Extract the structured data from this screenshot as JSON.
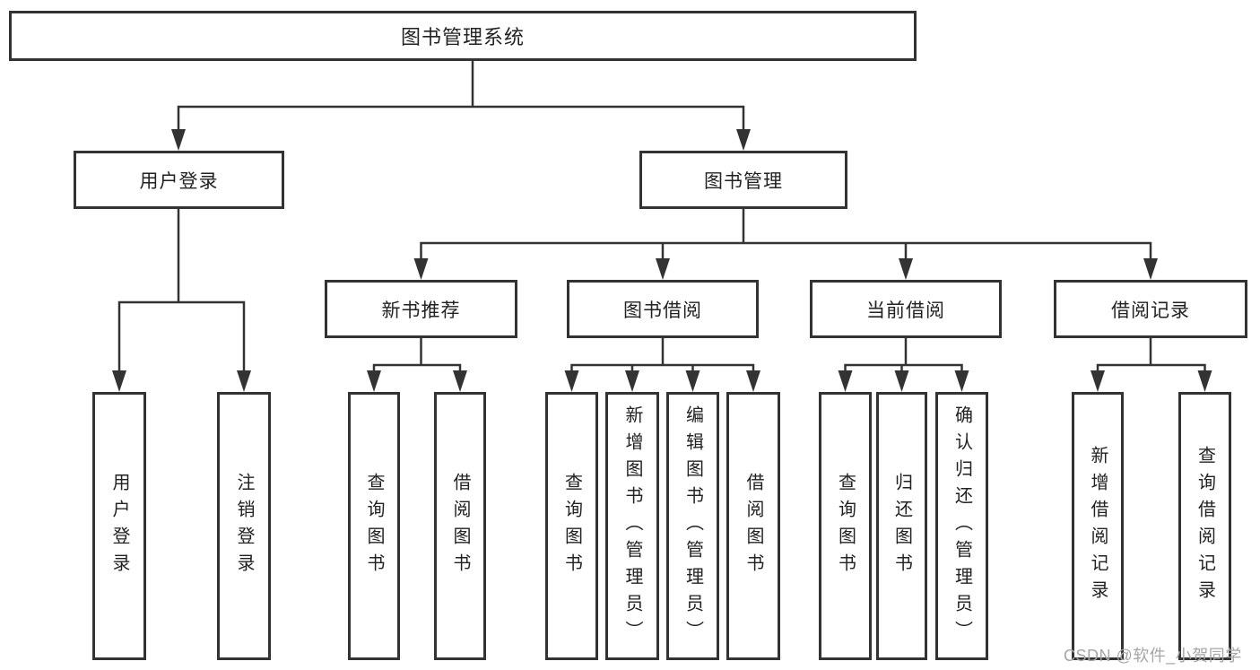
{
  "diagram": {
    "colors": {
      "line": "#333333",
      "box_border": "#333333",
      "text": "#222222",
      "background": "#ffffff",
      "watermark": "#a6a6a6"
    },
    "tree": {
      "label": "图书管理系统",
      "children": [
        {
          "label": "用户登录",
          "children": [
            {
              "label": "用户登录"
            },
            {
              "label": "注销登录"
            }
          ]
        },
        {
          "label": "图书管理",
          "children": [
            {
              "label": "新书推荐",
              "children": [
                {
                  "label": "查询图书"
                },
                {
                  "label": "借阅图书"
                }
              ]
            },
            {
              "label": "图书借阅",
              "children": [
                {
                  "label": "查询图书"
                },
                {
                  "label": "新增图书（管理员）"
                },
                {
                  "label": "编辑图书（管理员）"
                },
                {
                  "label": "借阅图书"
                }
              ]
            },
            {
              "label": "当前借阅",
              "children": [
                {
                  "label": "查询图书"
                },
                {
                  "label": "归还图书"
                },
                {
                  "label": "确认归还（管理员）"
                }
              ]
            },
            {
              "label": "借阅记录",
              "children": [
                {
                  "label": "新增借阅记录"
                },
                {
                  "label": "查询借阅记录"
                }
              ]
            }
          ]
        }
      ]
    },
    "watermark": {
      "text": "CSDN @软件_小贺同学"
    }
  }
}
